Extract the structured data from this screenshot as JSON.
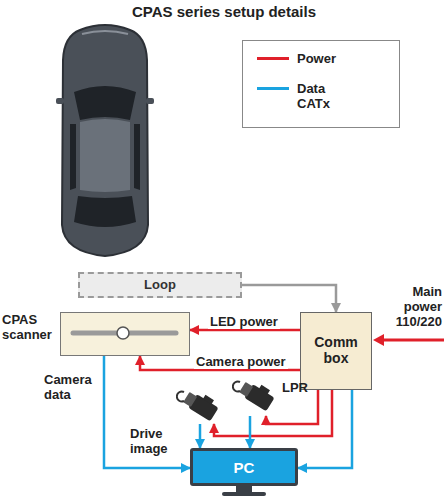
{
  "diagram": {
    "title": "CPAS series setup details",
    "nodes": [
      {
        "text": [
          "Loop"
        ]
      },
      {
        "text": [
          "CPAS scanner"
        ]
      },
      {
        "text": [
          "Comm box"
        ]
      },
      {
        "text": [
          "LPR"
        ]
      },
      {
        "text": [
          "Drive image"
        ]
      },
      {
        "text": [
          "PC"
        ]
      }
    ],
    "edges": [
      {
        "from": 0,
        "to": 2,
        "arrow": "to"
      },
      {
        "from": 2,
        "to": 1,
        "label": "LED power",
        "arrow": "to"
      },
      {
        "from": 2,
        "to": 1,
        "label": "Camera power",
        "arrow": "to"
      },
      {
        "from": 1,
        "to": 5,
        "label": "Camera data",
        "arrow": "to"
      },
      {
        "from": 2,
        "to": 3,
        "arrow": "to"
      },
      {
        "from": 2,
        "to": 4,
        "arrow": "to"
      },
      {
        "from": 4,
        "to": 5,
        "arrow": "to"
      },
      {
        "from": 3,
        "to": 5,
        "arrow": "to"
      },
      {
        "from": 2,
        "to": 5,
        "arrow": "to"
      }
    ],
    "labels": [
      "Main power 110/220"
    ],
    "legend": [
      {
        "text": "Power"
      },
      {
        "text": "Data CATx"
      }
    ]
  }
}
